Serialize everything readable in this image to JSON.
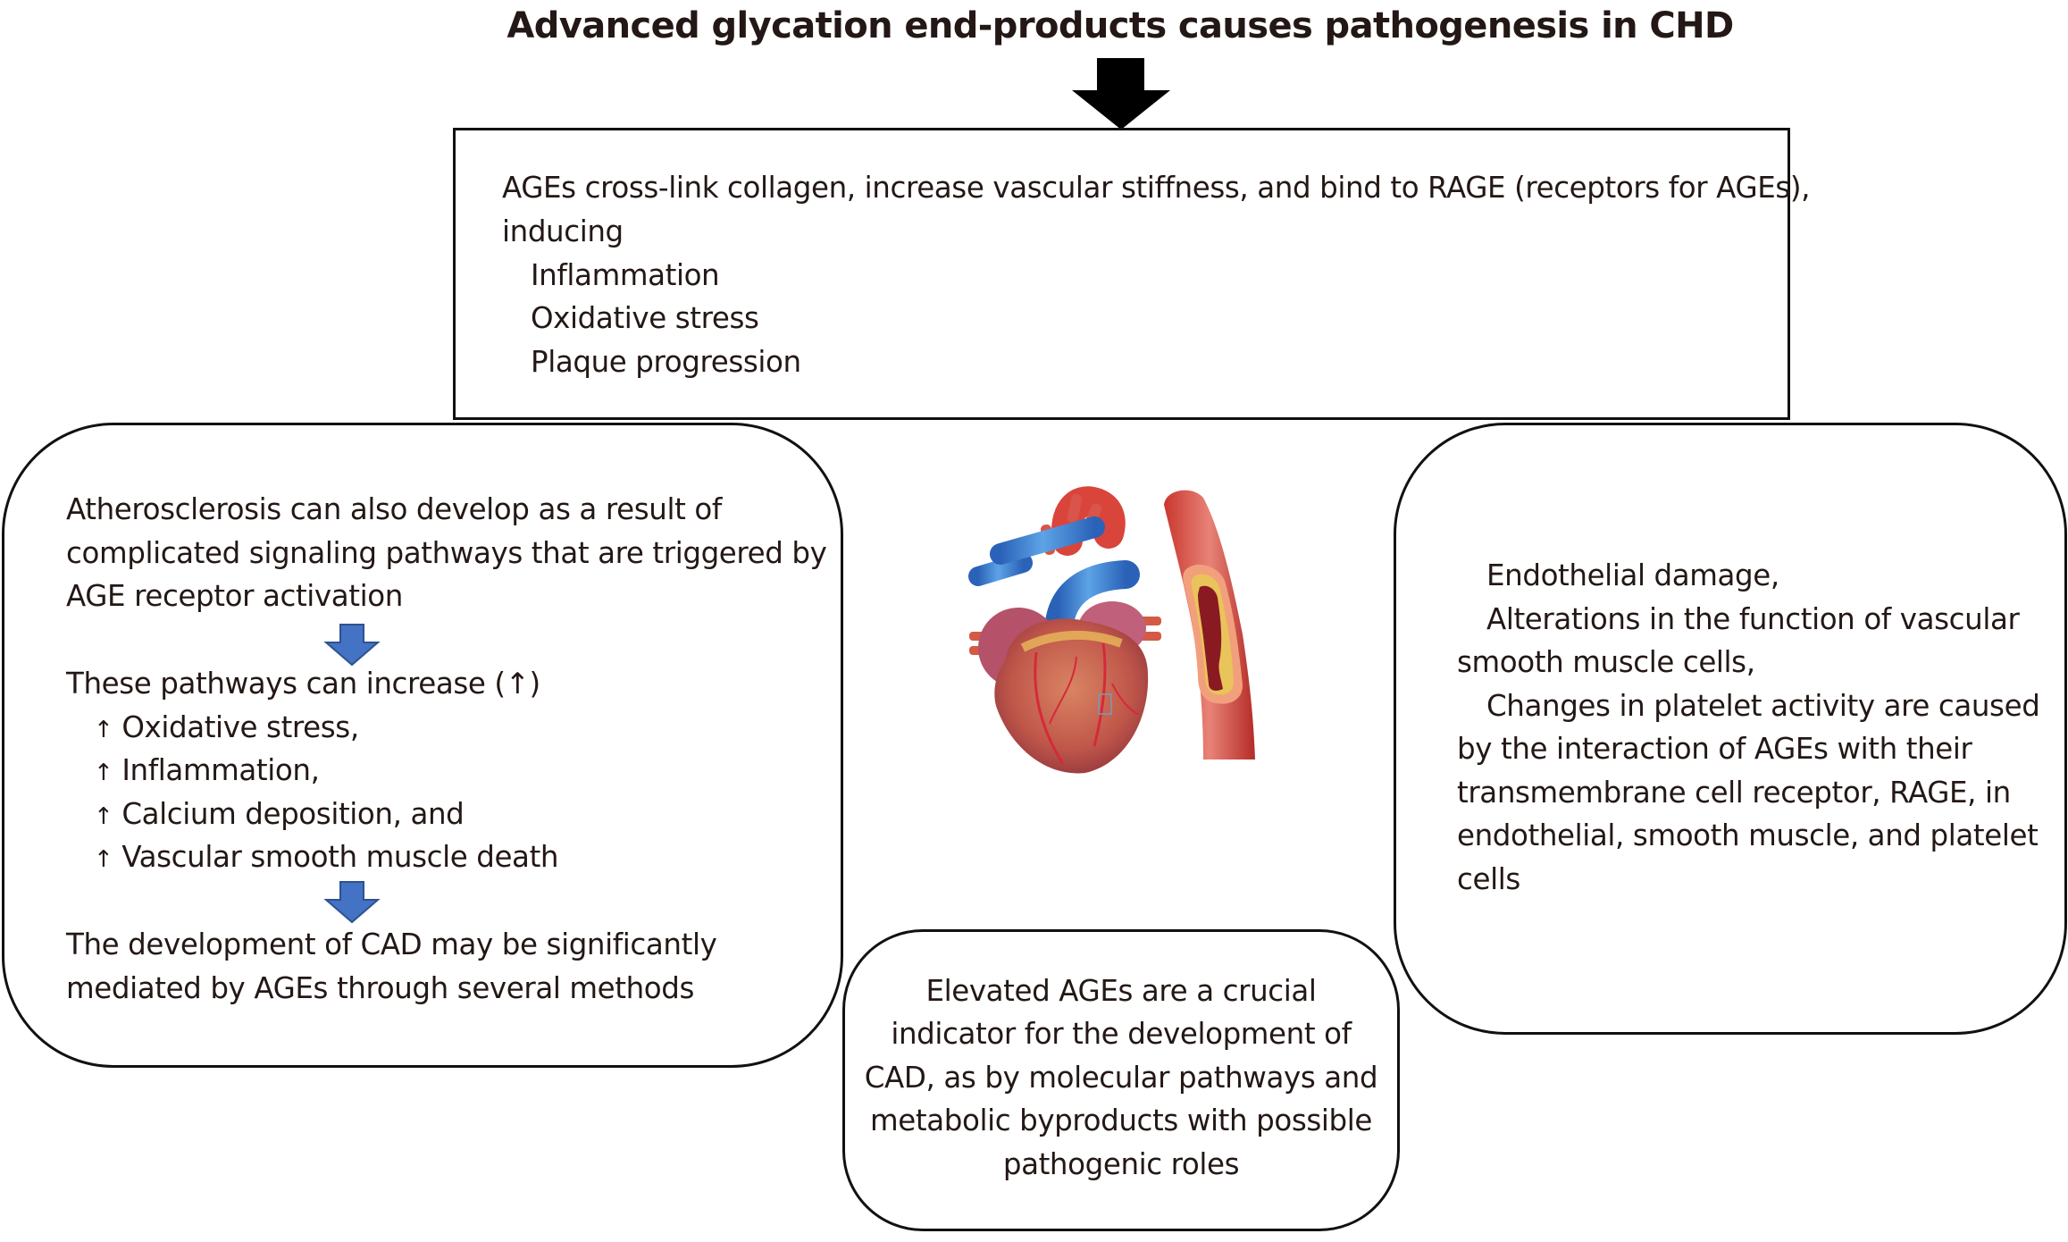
{
  "title": "Advanced glycation end-products causes pathogenesis in CHD",
  "colors": {
    "text": "#231815",
    "border": "#111111",
    "blue_arrow_fill": "#4472C4",
    "blue_arrow_stroke": "#2F528F",
    "black_arrow": "#000000"
  },
  "top_box": {
    "lines": [
      "AGEs cross-link collagen, increase vascular stiffness, and bind to RAGE (receptors for AGEs),",
      "inducing",
      "Inflammation",
      "Oxidative stress",
      "Plaque progression"
    ]
  },
  "left_box": {
    "intro_lines": [
      "Atherosclerosis can also develop as a result of",
      "complicated signaling pathways that are triggered by",
      "AGE receptor activation"
    ],
    "pathways_heading": "These pathways can increase (↑)",
    "increase_symbol": "↑",
    "increases": [
      "Oxidative stress,",
      "Inflammation,",
      "Calcium deposition, and",
      "Vascular smooth muscle death"
    ],
    "conclusion_lines": [
      "The development of CAD may be significantly",
      "mediated by AGEs through several methods"
    ]
  },
  "right_box": {
    "lines": [
      "Endothelial damage,",
      "Alterations in the function of vascular",
      "smooth muscle cells,",
      "Changes in platelet activity are caused",
      "by the interaction of AGEs with their",
      "transmembrane cell receptor, RAGE, in",
      "endothelial, smooth muscle, and platelet",
      "cells"
    ]
  },
  "bottom_box": {
    "lines": [
      "Elevated AGEs are a crucial",
      "indicator for the development of",
      "CAD, as by molecular pathways and",
      "metabolic byproducts with possible",
      "pathogenic roles"
    ]
  },
  "illustration": {
    "subject": "heart-with-atherosclerotic-artery"
  }
}
